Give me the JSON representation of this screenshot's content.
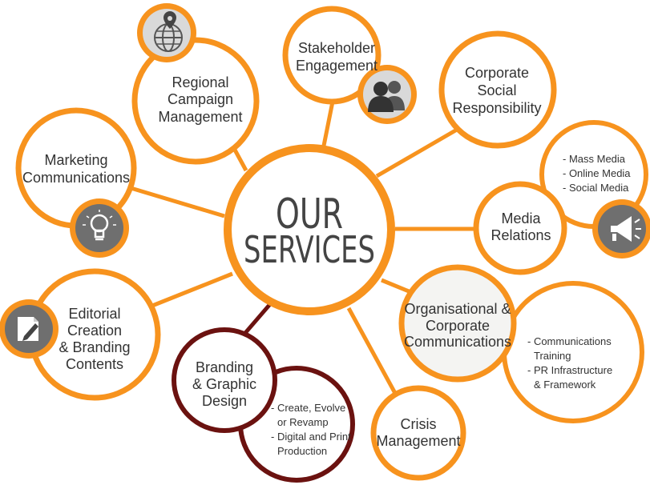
{
  "diagram": {
    "center": {
      "line1": "OUR",
      "line2": "SERVICES"
    },
    "nodes": {
      "regional": {
        "lines": [
          "Regional",
          "Campaign",
          "Management"
        ]
      },
      "stakeholder": {
        "lines": [
          "Stakeholder",
          "Engagement"
        ]
      },
      "csr": {
        "lines": [
          "Corporate",
          "Social",
          "Responsibility"
        ]
      },
      "marketing": {
        "lines": [
          "Marketing",
          "Communications"
        ]
      },
      "media_relations": {
        "lines": [
          "Media",
          "Relations"
        ]
      },
      "media_types": {
        "lines": [
          "- Mass Media",
          "- Online Media",
          "- Social Media"
        ]
      },
      "editorial": {
        "lines": [
          "Editorial",
          "Creation",
          "& Branding",
          "Contents"
        ]
      },
      "organisational": {
        "lines": [
          "Organisational &",
          "Corporate",
          "Communications"
        ]
      },
      "org_details": {
        "lines": [
          "- Communications",
          "Training",
          "- PR Infrastructure",
          "& Framework"
        ]
      },
      "branding": {
        "lines": [
          "Branding",
          "& Graphic",
          "Design"
        ]
      },
      "branding_details": {
        "lines": [
          "- Create, Evolve",
          "or Revamp",
          "- Digital and Print",
          "Production"
        ]
      },
      "crisis": {
        "lines": [
          "Crisis",
          "Management"
        ]
      }
    },
    "icons": [
      "globe-pin-icon",
      "people-icon",
      "lightbulb-icon",
      "megaphone-icon",
      "document-pen-icon"
    ],
    "colors": {
      "accent": "#F7931E",
      "dark_accent": "#6B1210",
      "icon_bg": "#7A7A7A",
      "icon_bg_light": "#D9D9D9",
      "text": "#333333"
    }
  }
}
